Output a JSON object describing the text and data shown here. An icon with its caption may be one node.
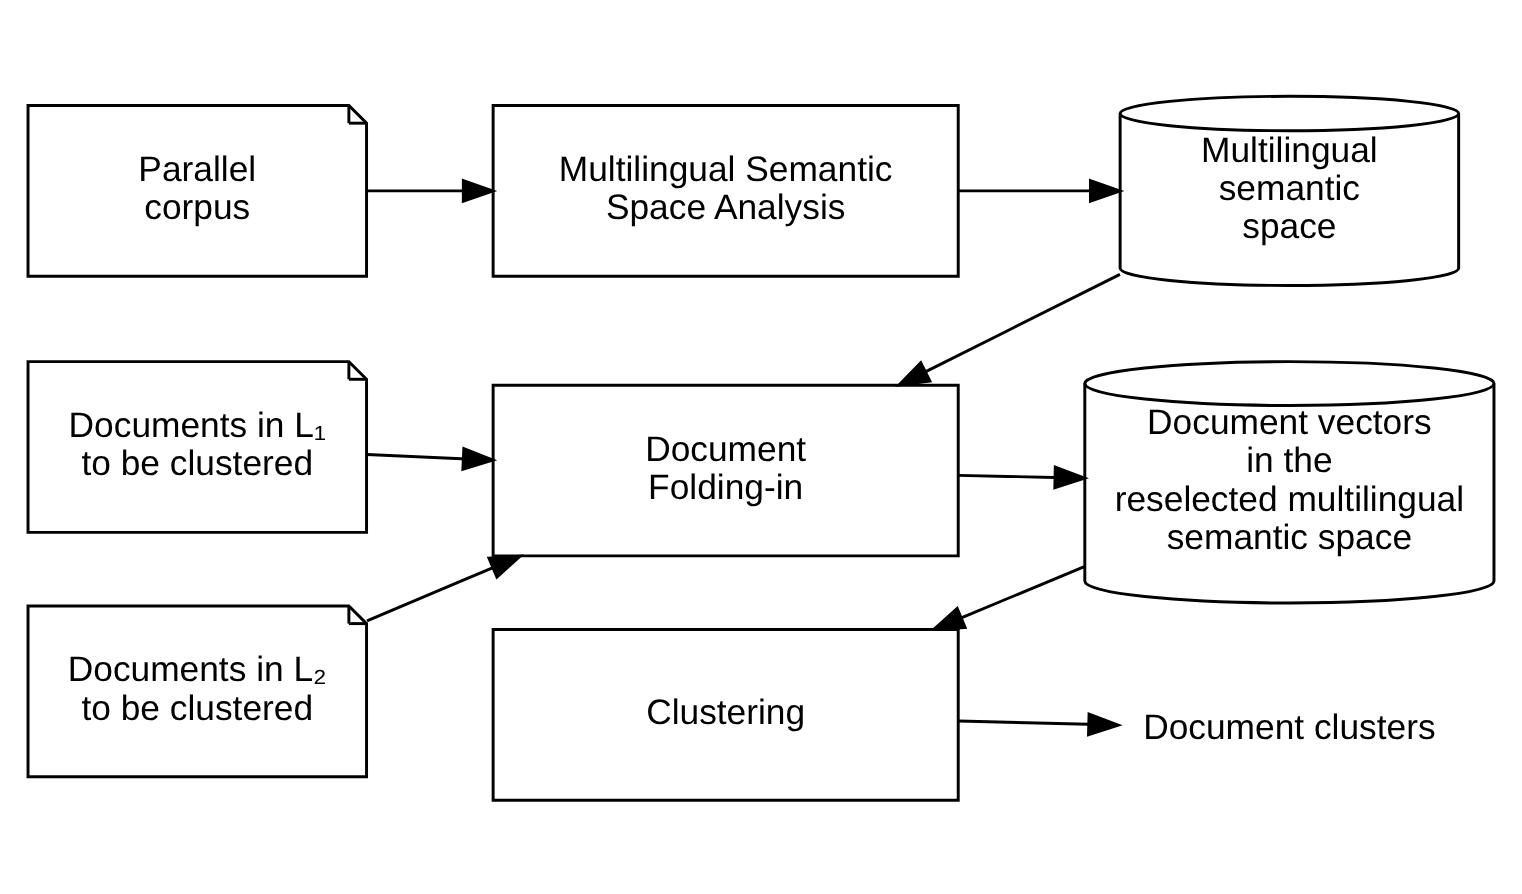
{
  "diagram": {
    "nodes": [
      {
        "text": [
          "Parallel corpus"
        ]
      },
      {
        "text": [
          "Multilingual Semantic Space Analysis"
        ]
      },
      {
        "text": [
          "Multilingual semantic space"
        ]
      },
      {
        "text": [
          "Documents in L₁ to be clustered"
        ]
      },
      {
        "text": [
          "Document Folding-in"
        ]
      },
      {
        "text": [
          "Documents in L₂ to be clustered"
        ]
      },
      {
        "text": [
          "Document vectors in the reselected multilingual semantic space"
        ]
      },
      {
        "text": [
          "Clustering"
        ]
      },
      {
        "text": [
          "Document clusters"
        ]
      }
    ],
    "edges": [
      {
        "from": 0,
        "to": 1,
        "arrow": "to"
      },
      {
        "from": 1,
        "to": 2,
        "arrow": "to"
      },
      {
        "from": 2,
        "to": 4,
        "arrow": "to"
      },
      {
        "from": 3,
        "to": 4,
        "arrow": "to"
      },
      {
        "from": 5,
        "to": 4,
        "arrow": "to"
      },
      {
        "from": 4,
        "to": 6,
        "arrow": "to"
      },
      {
        "from": 6,
        "to": 7,
        "arrow": "to"
      },
      {
        "from": 7,
        "to": 8,
        "arrow": "to"
      }
    ]
  }
}
